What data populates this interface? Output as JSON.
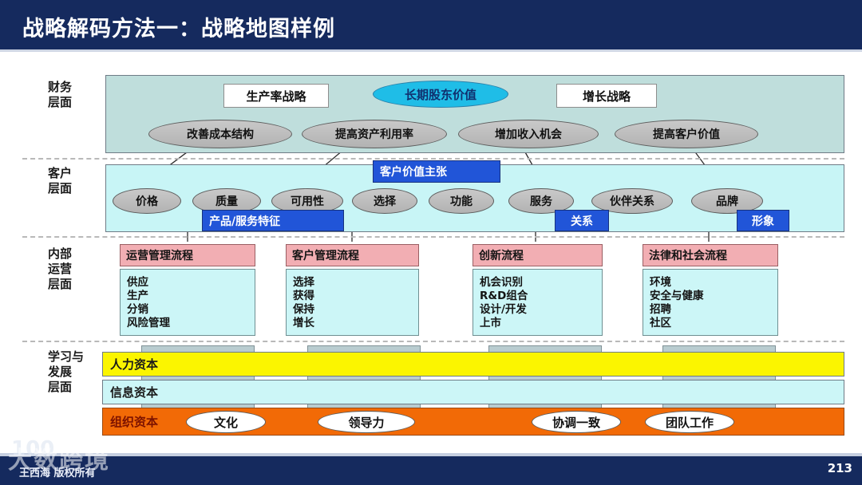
{
  "header": {
    "title": "战略解码方法一：战略地图样例"
  },
  "footer": {
    "page_number": "213",
    "copyright": "王西海 版权所有",
    "watermark": "大数跨境",
    "watermark_mark": "100"
  },
  "layers": {
    "financial": {
      "label": "财务\n层面",
      "strategy_boxes": [
        {
          "label": "生产率战略"
        },
        {
          "label": "增长战略"
        }
      ],
      "goal": {
        "label": "长期股东价值"
      },
      "objectives": [
        {
          "label": "改善成本结构"
        },
        {
          "label": "提高资产利用率"
        },
        {
          "label": "增加收入机会"
        },
        {
          "label": "提高客户价值"
        }
      ]
    },
    "customer": {
      "label": "客户\n层面",
      "proposition": {
        "label": "客户价值主张"
      },
      "attributes": [
        {
          "label": "价格"
        },
        {
          "label": "质量"
        },
        {
          "label": "可用性"
        },
        {
          "label": "选择"
        },
        {
          "label": "功能"
        },
        {
          "label": "服务"
        },
        {
          "label": "伙伴关系"
        },
        {
          "label": "品牌"
        }
      ],
      "groups": [
        {
          "label": "产品/服务特征"
        },
        {
          "label": "关系"
        },
        {
          "label": "形象"
        }
      ]
    },
    "internal": {
      "label": "内部\n运营\n层面",
      "processes": [
        {
          "title": "运营管理流程",
          "items": [
            "供应",
            "生产",
            "分销",
            "风险管理"
          ]
        },
        {
          "title": "客户管理流程",
          "items": [
            "选择",
            "获得",
            "保持",
            "增长"
          ]
        },
        {
          "title": "创新流程",
          "items": [
            "机会识别",
            "R&D组合",
            "设计/开发",
            "上市"
          ]
        },
        {
          "title": "法律和社会流程",
          "items": [
            "环境",
            "安全与健康",
            "招聘",
            "社区"
          ]
        }
      ]
    },
    "learning": {
      "label": "学习与\n发展\n层面",
      "capitals": [
        {
          "label": "人力资本",
          "color": "#fbf500"
        },
        {
          "label": "信息资本",
          "color": "#ccf6f7"
        },
        {
          "label": "组织资本",
          "color": "#f26a06"
        }
      ],
      "organization_items": [
        {
          "label": "文化"
        },
        {
          "label": "领导力"
        },
        {
          "label": "协调一致"
        },
        {
          "label": "团队工作"
        }
      ]
    }
  },
  "colors": {
    "header_navy": "#152a5e",
    "financial_panel": "#bfdedc",
    "customer_panel": "#c8f5f6",
    "goal_cyan": "#1fbde7",
    "blue_bar": "#2155d8",
    "process_header_pink": "#f2aeb3",
    "process_body_cyan": "#ccf6f7",
    "human_capital_yellow": "#fbf500",
    "organization_orange": "#f26a06"
  }
}
